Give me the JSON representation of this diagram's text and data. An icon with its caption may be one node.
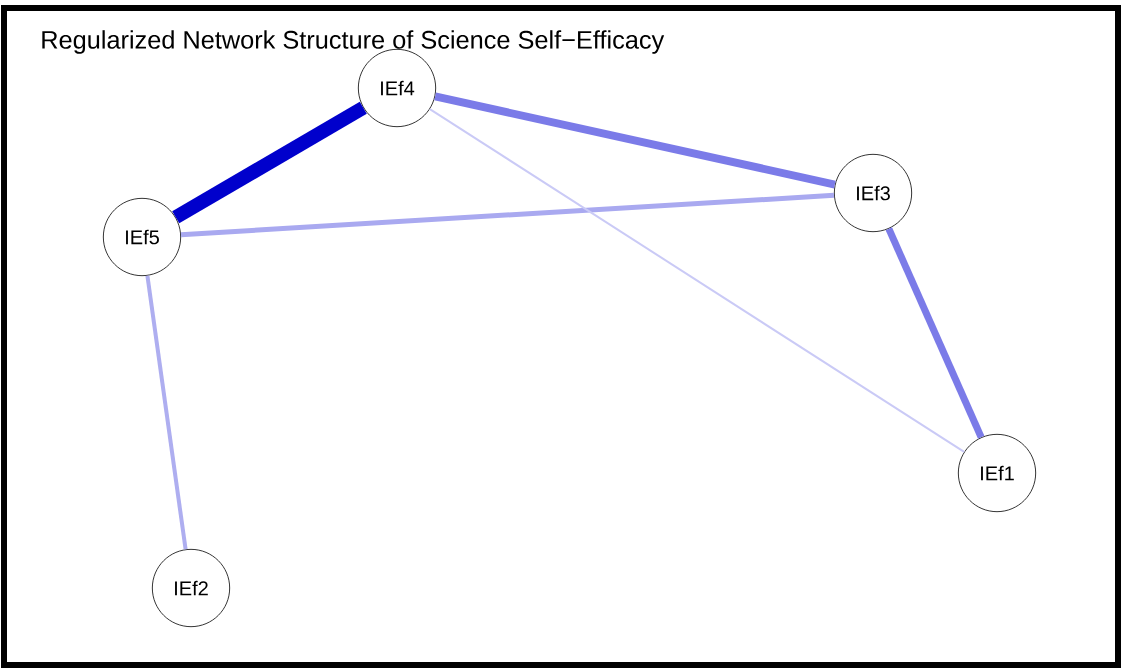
{
  "diagram": {
    "title": "Regularized Network Structure of Science Self−Efficacy",
    "nodes": [
      {
        "text": [
          "IEf4"
        ]
      },
      {
        "text": [
          "IEf3"
        ]
      },
      {
        "text": [
          "IEf5"
        ]
      },
      {
        "text": [
          "IEf1"
        ]
      },
      {
        "text": [
          "IEf2"
        ]
      }
    ],
    "edges": [
      {
        "from": 0,
        "to": 2,
        "arrow": "none",
        "style": "thick",
        "color": "#0000cc"
      },
      {
        "from": 0,
        "to": 1,
        "arrow": "none",
        "color": "#7b7be8"
      },
      {
        "from": 2,
        "to": 1,
        "arrow": "none",
        "color": "#a9a9f0"
      },
      {
        "from": 0,
        "to": 3,
        "arrow": "none",
        "color": "#cacaf6"
      },
      {
        "from": 1,
        "to": 3,
        "arrow": "none",
        "color": "#7b7be8"
      },
      {
        "from": 2,
        "to": 4,
        "arrow": "none",
        "color": "#aeaef0"
      }
    ]
  }
}
